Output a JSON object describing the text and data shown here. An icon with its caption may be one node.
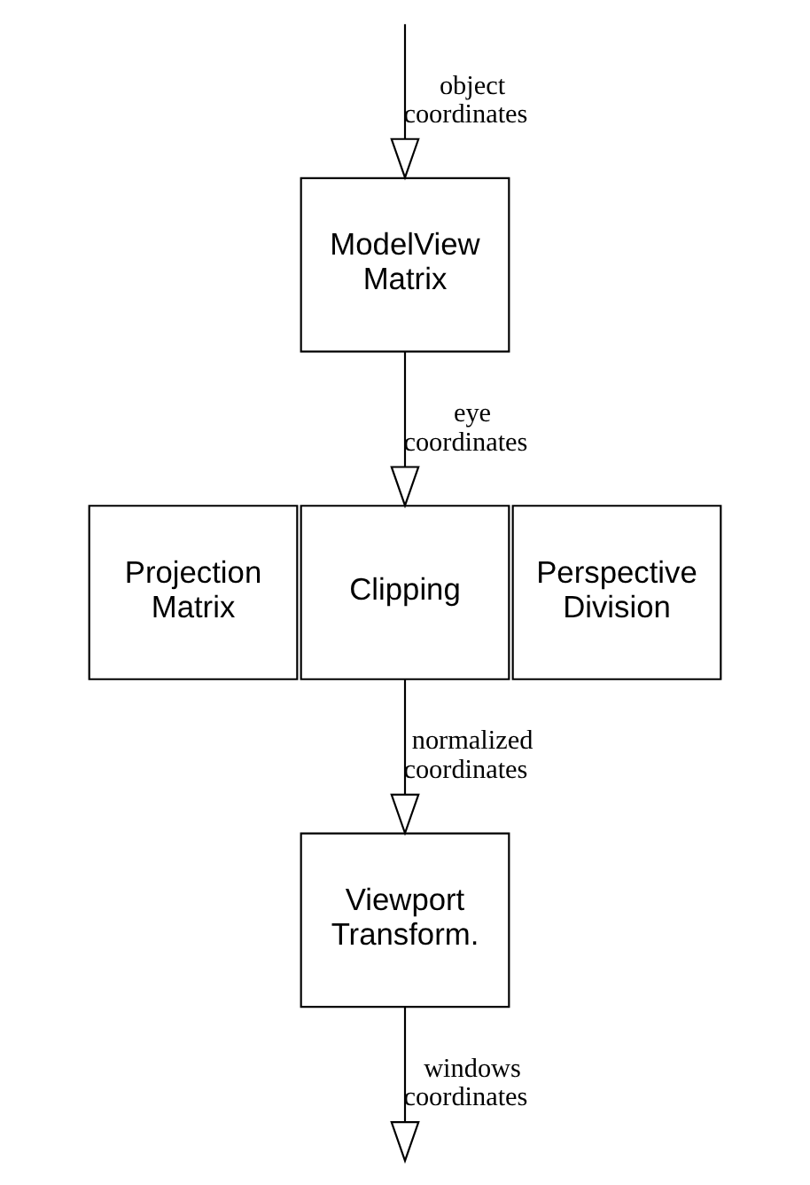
{
  "diagram": {
    "nodes": [
      {
        "text": [
          "ModelView Matrix"
        ]
      },
      {
        "text": [
          "Projection Matrix"
        ]
      },
      {
        "text": [
          "Clipping"
        ]
      },
      {
        "text": [
          "Perspective Division"
        ]
      },
      {
        "text": [
          "Viewport Transform."
        ]
      }
    ],
    "edges": [
      {
        "from": null,
        "to": 0,
        "arrow": "to",
        "label": "object coordinates"
      },
      {
        "from": 0,
        "to": 2,
        "arrow": "to",
        "label": "eye coordinates"
      },
      {
        "from": 2,
        "to": 4,
        "arrow": "to",
        "label": "normalized coordinates"
      },
      {
        "from": 4,
        "to": null,
        "arrow": "to",
        "label": "windows coordinates"
      }
    ]
  }
}
